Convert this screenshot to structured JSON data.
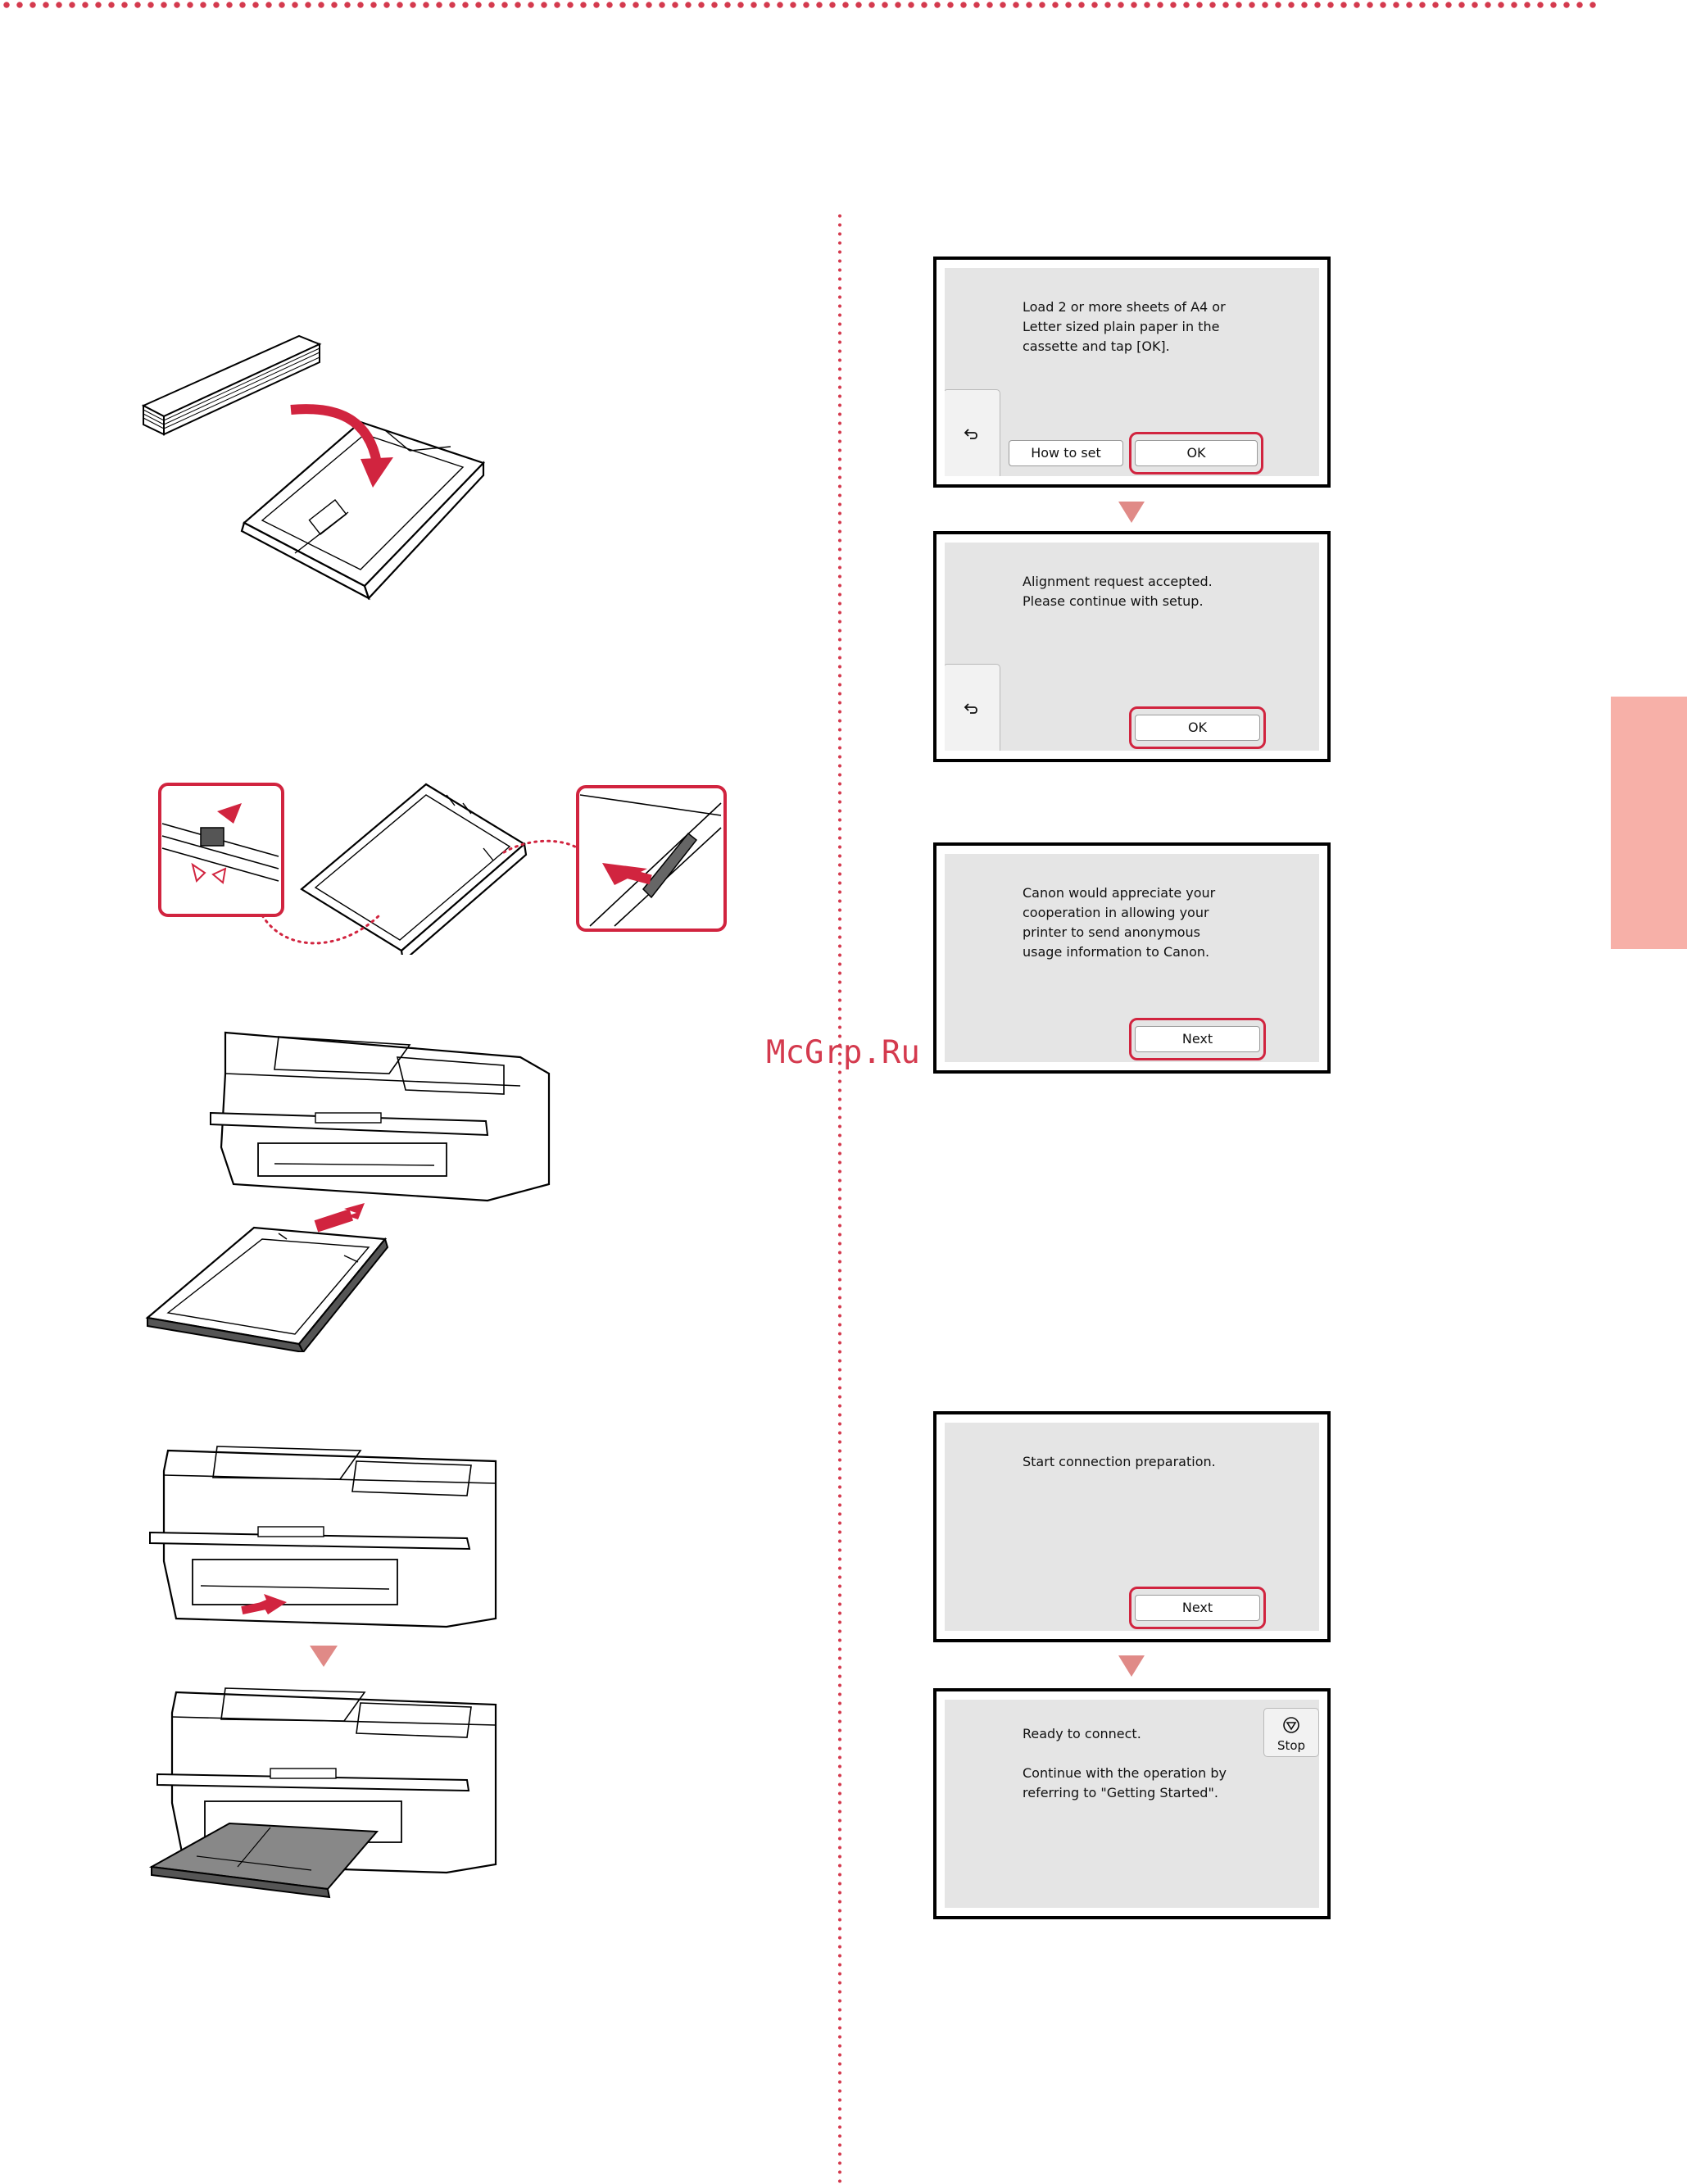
{
  "colors": {
    "accent": "#d43a4e",
    "highlight": "#d1243f",
    "side_tab": "#f7b0a8",
    "panel": "#e5e5e5",
    "arrow": "#e08a87"
  },
  "watermark": "McGrp.Ru",
  "screens": {
    "load_paper": {
      "message": "Load 2 or more sheets of A4 or\nLetter sized plain paper in the\ncassette and tap [OK].",
      "how_to_set_label": "How to set",
      "ok_label": "OK",
      "back_icon": "back-arrow-icon"
    },
    "alignment_accepted": {
      "message": "Alignment request accepted.\nPlease continue with setup.",
      "ok_label": "OK",
      "back_icon": "back-arrow-icon"
    },
    "usage_info": {
      "message": "Canon would appreciate your\ncooperation in allowing your\nprinter to send anonymous\nusage information to Canon.",
      "next_label": "Next"
    },
    "connection_prep": {
      "message": "Start connection preparation.",
      "next_label": "Next"
    },
    "ready_to_connect": {
      "message": "Ready to connect.\n\nContinue with the operation by\nreferring to \"Getting Started\".",
      "stop_label": "Stop",
      "stop_icon": "stop-icon"
    }
  }
}
